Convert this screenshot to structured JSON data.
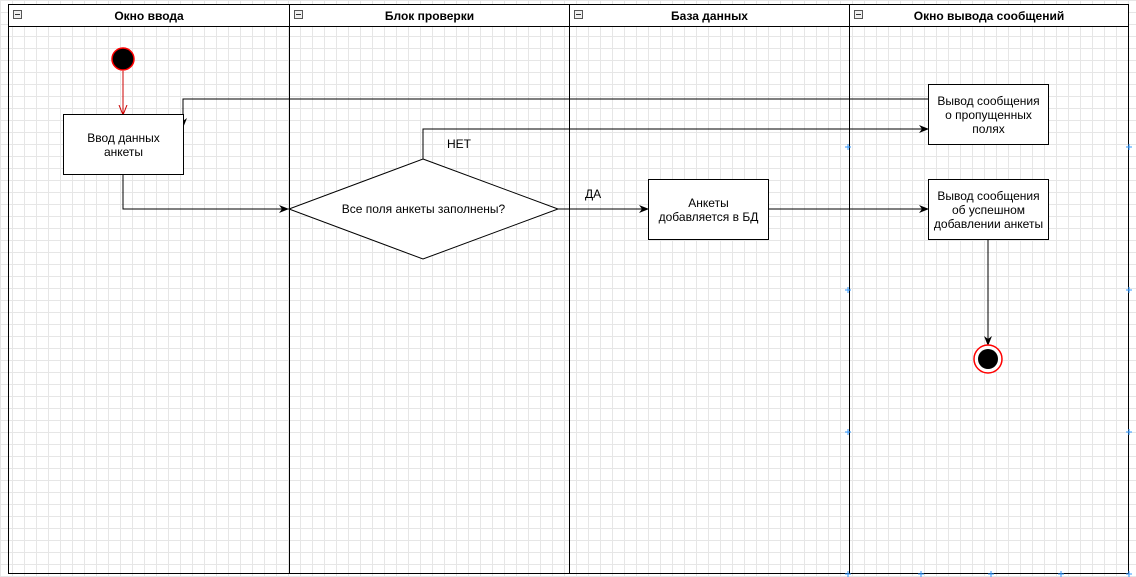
{
  "lanes": [
    {
      "title": "Окно ввода"
    },
    {
      "title": "Блок проверки"
    },
    {
      "title": "База данных"
    },
    {
      "title": "Окно вывода сообщений"
    }
  ],
  "nodes": {
    "input_form": "Ввод данных анкеты",
    "decision": "Все поля анкеты заполнены?",
    "db_add": "Анкеты добавляется в БД",
    "msg_missing": "Вывод сообщения о пропущенных полях",
    "msg_success": "Вывод сообщения об успешном добавлении анкеты"
  },
  "edge_labels": {
    "no": "НЕТ",
    "yes": "ДА"
  },
  "colors": {
    "start_stroke": "#ff0000",
    "start_arrow": "#cc0000",
    "line": "#000000",
    "grid": "#e6e6e6",
    "handle": "#3399ff"
  }
}
